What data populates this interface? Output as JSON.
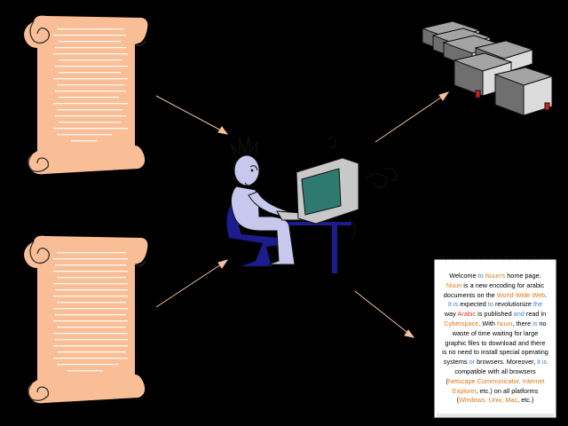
{
  "notepad": {
    "segments": [
      {
        "t": "Welcome ",
        "c": ""
      },
      {
        "t": "to",
        "c": "hl-blue"
      },
      {
        "t": " ",
        "c": ""
      },
      {
        "t": "Nuun's",
        "c": "hl-orange"
      },
      {
        "t": " home page. ",
        "c": ""
      },
      {
        "t": "Nuun",
        "c": "hl-orange"
      },
      {
        "t": " is a new encoding for arabic documents on the ",
        "c": ""
      },
      {
        "t": "World Wide Web",
        "c": "hl-orange"
      },
      {
        "t": ". ",
        "c": ""
      },
      {
        "t": "It is",
        "c": "hl-blue"
      },
      {
        "t": " expected ",
        "c": ""
      },
      {
        "t": "to",
        "c": "hl-blue"
      },
      {
        "t": " revolutionize ",
        "c": ""
      },
      {
        "t": "the",
        "c": "hl-blue"
      },
      {
        "t": " way ",
        "c": ""
      },
      {
        "t": "Arabic",
        "c": "hl-red"
      },
      {
        "t": " is published ",
        "c": ""
      },
      {
        "t": "and",
        "c": "hl-blue"
      },
      {
        "t": " read in ",
        "c": ""
      },
      {
        "t": "Cyberspace",
        "c": "hl-orange"
      },
      {
        "t": ". With ",
        "c": ""
      },
      {
        "t": "Nuun",
        "c": "hl-orange"
      },
      {
        "t": ", there ",
        "c": ""
      },
      {
        "t": "is",
        "c": "hl-blue"
      },
      {
        "t": " no waste of time waiting for large graphic files to download and there is no need to install special operating systems ",
        "c": ""
      },
      {
        "t": "or",
        "c": "hl-blue"
      },
      {
        "t": " browsers. Moreover, ",
        "c": ""
      },
      {
        "t": "it is",
        "c": "hl-blue"
      },
      {
        "t": " compatible with all browsers (",
        "c": ""
      },
      {
        "t": "Netscape Communicator, Internet Explorer",
        "c": "hl-orange"
      },
      {
        "t": ", etc.) on all platforms (",
        "c": ""
      },
      {
        "t": "Windows, Unix, Mac",
        "c": "hl-orange"
      },
      {
        "t": ", etc.)",
        "c": ""
      }
    ]
  },
  "colors": {
    "background": "#000000",
    "scroll": "#f9be96",
    "scroll_text": "#ffffff",
    "arrow": "#f2c2a0",
    "figure": "#c8c8ee",
    "chair": "#1c1c8c",
    "monitor": "#c8c8c8",
    "screen": "#2f7a70",
    "books": "#6f6f6f"
  },
  "icons": [
    "scroll-icon",
    "arrow-icon",
    "person-at-computer-icon",
    "books-stack-icon",
    "notepad-icon"
  ]
}
